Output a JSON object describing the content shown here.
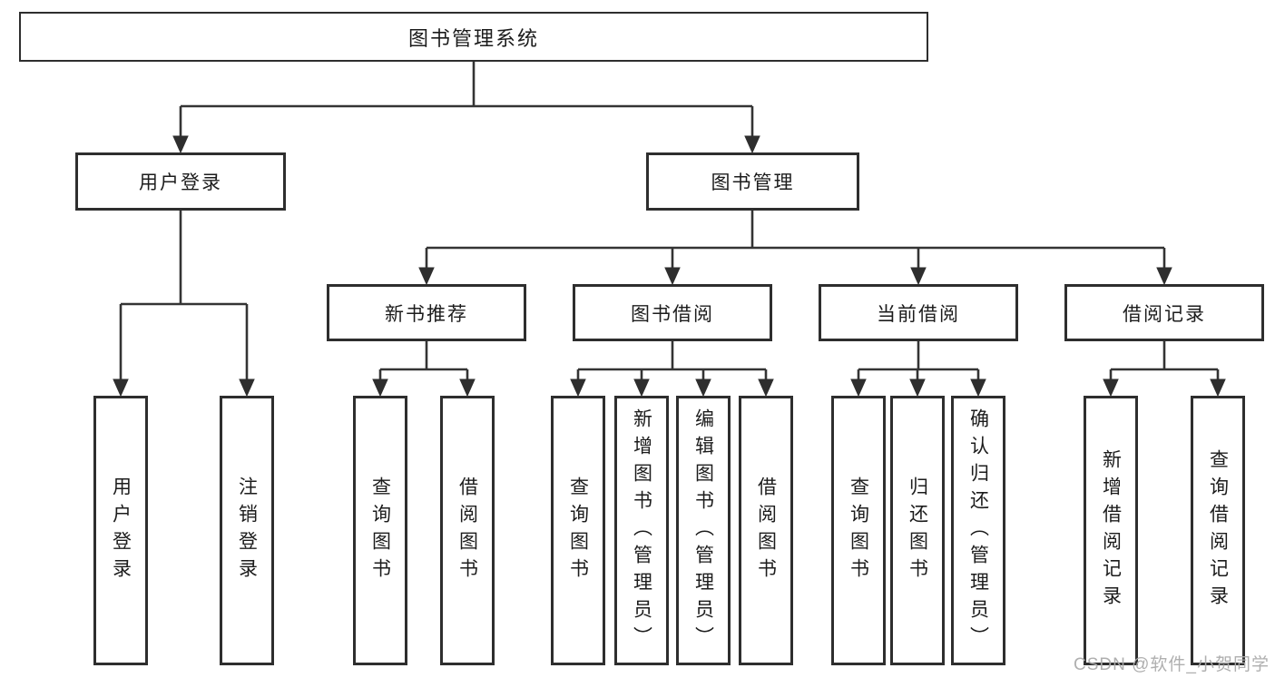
{
  "diagram": {
    "root": {
      "label": "图书管理系统"
    },
    "level2": [
      {
        "label": "用户登录",
        "children": [
          {
            "label": "用户登录"
          },
          {
            "label": "注销登录"
          }
        ]
      },
      {
        "label": "图书管理",
        "children": [
          {
            "label": "新书推荐",
            "children": [
              {
                "label": "查询图书"
              },
              {
                "label": "借阅图书"
              }
            ]
          },
          {
            "label": "图书借阅",
            "children": [
              {
                "label": "查询图书"
              },
              {
                "label": "新增图书（管理员）"
              },
              {
                "label": "编辑图书（管理员）"
              },
              {
                "label": "借阅图书"
              }
            ]
          },
          {
            "label": "当前借阅",
            "children": [
              {
                "label": "查询图书"
              },
              {
                "label": "归还图书"
              },
              {
                "label": "确认归还（管理员）"
              }
            ]
          },
          {
            "label": "借阅记录",
            "children": [
              {
                "label": "新增借阅记录"
              },
              {
                "label": "查询借阅记录"
              }
            ]
          }
        ]
      }
    ]
  },
  "watermark": {
    "text": "CSDN @软件_小贺同学"
  },
  "colors": {
    "line": "#343434",
    "border": "#2e2e2e",
    "text": "#1c1c1c",
    "watermark": "#ababab",
    "background": "#ffffff"
  }
}
